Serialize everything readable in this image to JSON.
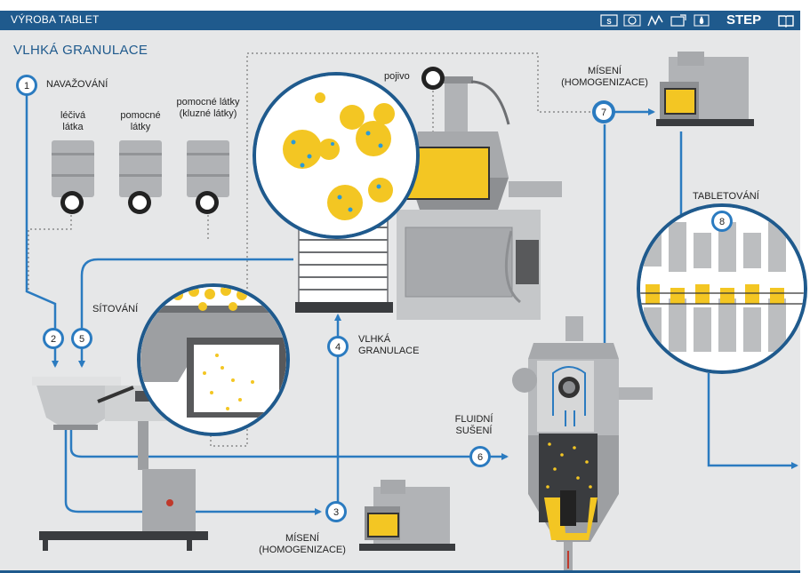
{
  "window": {
    "title": "VÝROBA TABLET"
  },
  "toolbar": {
    "icons": [
      "ssr-icon",
      "settings-icon",
      "diagram-icon",
      "network-icon",
      "drop-icon"
    ],
    "brand": "STEP",
    "book_icon": "book-icon"
  },
  "page_heading": "VLHKÁ GRANULACE",
  "colors": {
    "accent": "#1f5a8d",
    "arrow": "#2b7bc0",
    "granule": "#f3c623",
    "metal": "#a7a9ac",
    "background": "#e6e7e8"
  },
  "labels": {
    "navazovani": "NAVAŽOVÁNÍ",
    "leciva_latka": "léčivá látka",
    "pomocne_latky": "pomocné látky",
    "pomocne_latky_kluzne": "pomocné látky (kluzné látky)",
    "sitovani": "SÍTOVÁNÍ",
    "pojivo": "pojivo",
    "vlhka_granulace": "VLHKÁ GRANULACE",
    "fluidni_suseni": "FLUIDNÍ SUŠENÍ",
    "miseni_homogenizace": "MÍSENÍ (HOMOGENIZACE)",
    "tabletovani": "TABLETOVÁNÍ"
  },
  "steps": [
    {
      "number": "1"
    },
    {
      "number": "2"
    },
    {
      "number": "3"
    },
    {
      "number": "4"
    },
    {
      "number": "5"
    },
    {
      "number": "6"
    },
    {
      "number": "7"
    },
    {
      "number": "8"
    }
  ]
}
